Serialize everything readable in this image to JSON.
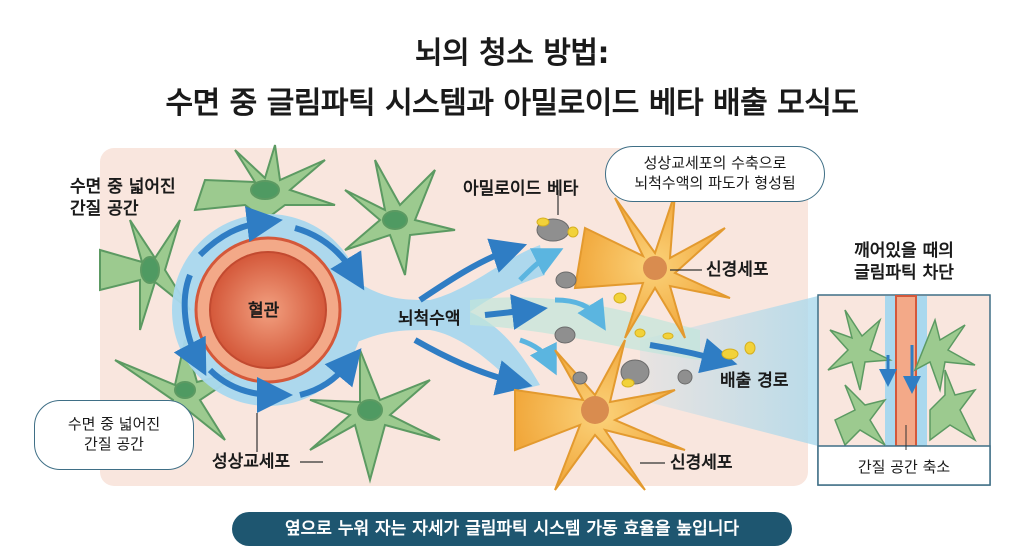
{
  "title": {
    "line1": "뇌의 청소 방법:",
    "line2": "수면 중 글림파틱 시스템과 아밀로이드 베타 배출 모식도"
  },
  "labels": {
    "interstitial_top": [
      "수면 중 넓어진",
      "간질 공간"
    ],
    "interstitial_bubble": [
      "수면 중 넓어진",
      "간질 공간"
    ],
    "blood_vessel": "혈관",
    "csf": "뇌척수액",
    "astrocyte": "성상교세포",
    "amyloid_beta": "아밀로이드 베타",
    "wave_bubble": [
      "성상교세포의 수축으로",
      "뇌척수액의 파도가 형성됨"
    ],
    "neuron_top": "신경세포",
    "neuron_bottom": "신경세포",
    "clearance_route": "배출 경로"
  },
  "inset": {
    "title": [
      "깨어있을 때의",
      "글림파틱 차단"
    ],
    "caption": "간질 공간 축소"
  },
  "banner": "옆으로 누워 자는 자세가 글림파틱 시스템 가동 효율을 높입니다",
  "colors": {
    "background_panel": "#f9e6de",
    "astrocyte": "#8cc28a",
    "neuron": "#f3b24a",
    "vessel": "#e0694a",
    "csf_flow": "#9fd0ea",
    "arrow": "#2f7dc4",
    "amyloid": "#f2d23a",
    "banner": "#1e5670"
  }
}
